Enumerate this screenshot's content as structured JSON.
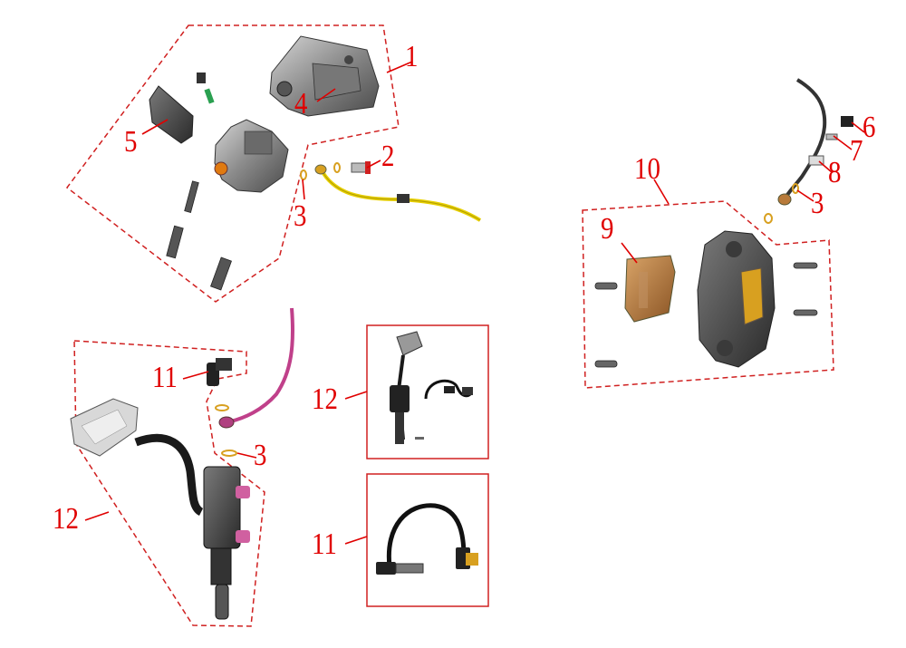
{
  "callouts": {
    "c1": "1",
    "c2": "2",
    "c3a": "3",
    "c3b": "3",
    "c3c": "3",
    "c4": "4",
    "c5": "5",
    "c6": "6",
    "c7": "7",
    "c8": "8",
    "c9": "9",
    "c10": "10",
    "c11a": "11",
    "c11b": "11",
    "c12a": "12",
    "c12b": "12"
  },
  "colors": {
    "callout": "#e00000",
    "hose_yellow": "#e8d000",
    "hose_pink": "#c0408a",
    "metal_dark": "#4a4a4a",
    "metal_light": "#b0b0b0",
    "bronze": "#b87a3a",
    "brass": "#d8a020"
  }
}
